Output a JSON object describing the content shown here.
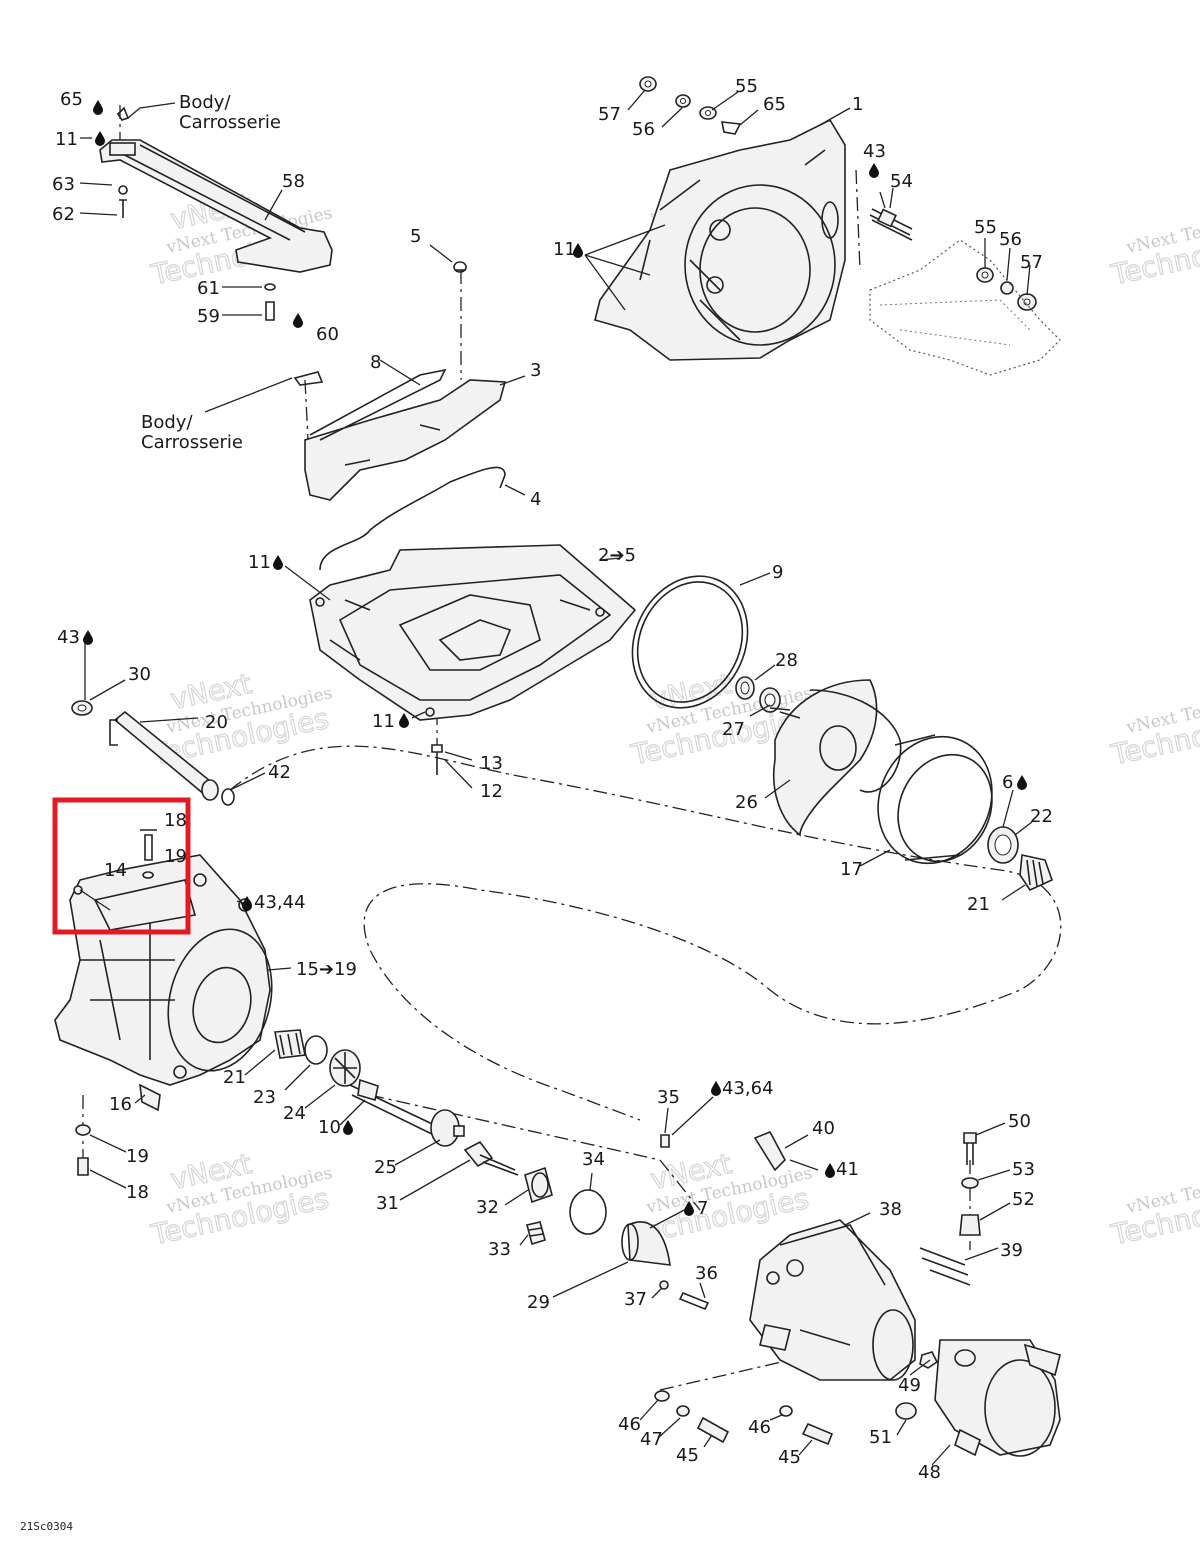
{
  "diagram": {
    "code": "21Sc0304",
    "highlight_color": "#e11b22",
    "watermark": {
      "line1": "vNext Technologies",
      "line2": "Technologies",
      "line3": "vNext"
    },
    "labels": {
      "body_top": [
        "Body/",
        "Carrosserie"
      ],
      "body_mid": [
        "Body/",
        "Carrosserie"
      ]
    },
    "callouts": {
      "c65a": "65",
      "c11a": "11",
      "c63": "63",
      "c62": "62",
      "c58": "58",
      "c61": "61",
      "c59": "59",
      "c60": "60",
      "c5": "5",
      "c8": "8",
      "c3": "3",
      "c4": "4",
      "c57a": "57",
      "c55a": "55",
      "c65b": "65",
      "c56a": "56",
      "c1": "1",
      "c43a": "43",
      "c54": "54",
      "c11b": "11",
      "c55b": "55",
      "c56b": "56",
      "c57b": "57",
      "c11c": "11",
      "c2to5": "2➔5",
      "c9": "9",
      "c43b": "43",
      "c30": "30",
      "c20": "20",
      "c28": "28",
      "c27": "27",
      "c11d": "11",
      "c13": "13",
      "c12": "12",
      "c42": "42",
      "c26": "26",
      "c6": "6",
      "c22": "22",
      "c17": "17",
      "c21a": "21",
      "c18a": "18",
      "c19a": "19",
      "c14": "14",
      "c4344a": "43,44",
      "c15to19": "15➔19",
      "c21b": "21",
      "c23": "23",
      "c24": "24",
      "c16": "16",
      "c10": "10",
      "c19b": "19",
      "c18b": "18",
      "c25": "25",
      "c31": "31",
      "c32": "32",
      "c33": "33",
      "c34": "34",
      "c35": "35",
      "c4364": "43,64",
      "c7": "7",
      "c29": "29",
      "c36": "36",
      "c37": "37",
      "c40": "40",
      "c41": "41",
      "c38": "38",
      "c50": "50",
      "c53": "53",
      "c52": "52",
      "c39": "39",
      "c49": "49",
      "c51": "51",
      "c48": "48",
      "c46a": "46",
      "c47": "47",
      "c45a": "45",
      "c46b": "46",
      "c45b": "45"
    }
  }
}
